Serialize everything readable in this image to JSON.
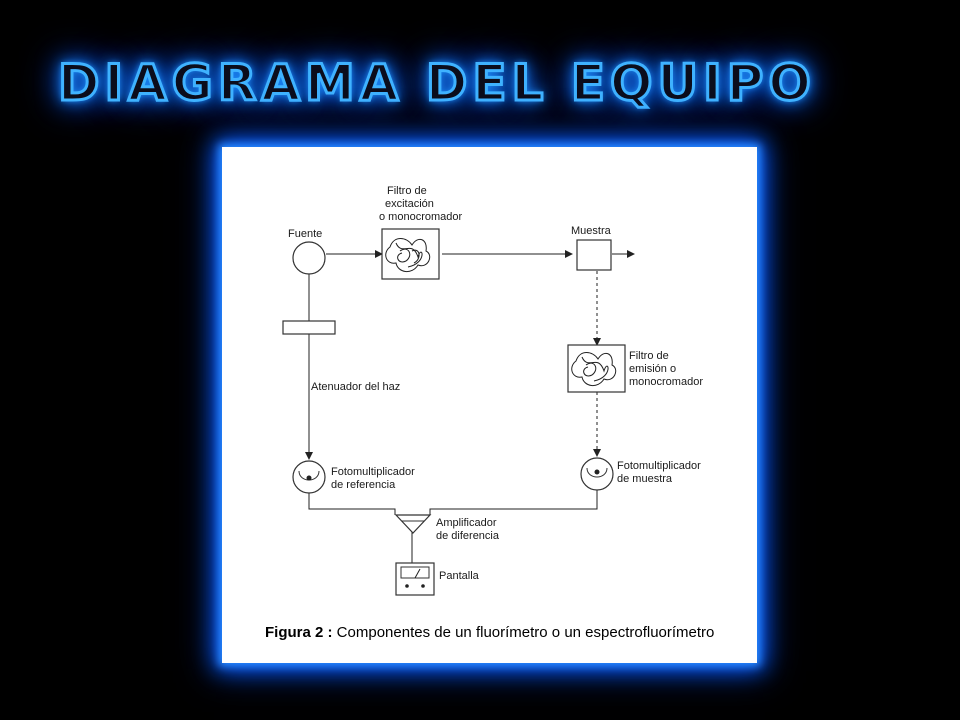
{
  "slide": {
    "title": "DIAGRAMA DEL EQUIPO"
  },
  "diagram": {
    "labels": {
      "fuente": "Fuente",
      "filtro_excitacion_1": "Filtro de",
      "filtro_excitacion_2": "excitación",
      "filtro_excitacion_3": "o monocromador",
      "muestra": "Muestra",
      "filtro_emision_1": "Filtro de",
      "filtro_emision_2": "emisión o",
      "filtro_emision_3": "monocromador",
      "atenuador": "Atenuador del haz",
      "foto_ref_1": "Fotomultiplicador",
      "foto_ref_2": "de referencia",
      "foto_muestra_1": "Fotomultiplicador",
      "foto_muestra_2": "de muestra",
      "amplificador_1": "Amplificador",
      "amplificador_2": "de diferencia",
      "pantalla": "Pantalla"
    },
    "caption": {
      "bold": "Figura 2 :",
      "text": " Componentes de un fluorímetro o un espectrofluorímetro"
    }
  },
  "colors": {
    "background": "#000000",
    "glow": "#1e90ff",
    "title_fill": "#0b0d1c",
    "panel": "#ffffff"
  }
}
